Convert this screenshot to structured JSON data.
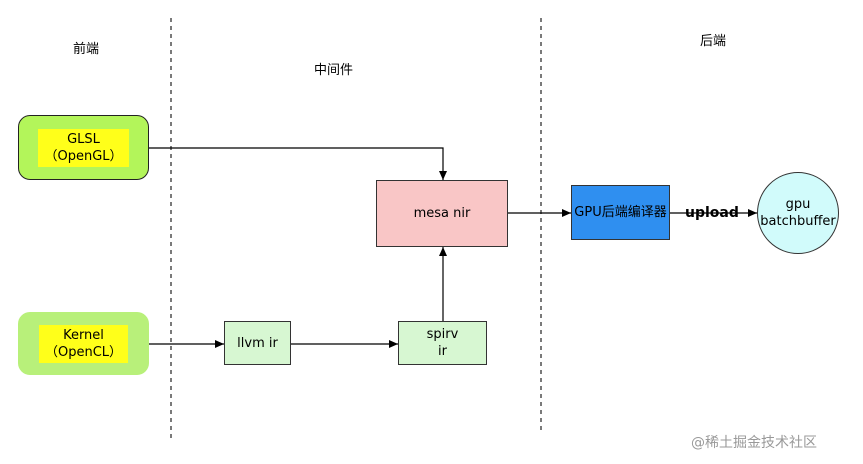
{
  "lanes": {
    "frontend": "前端",
    "middleware": "中间件",
    "backend": "后端"
  },
  "nodes": {
    "glsl": {
      "line1": "GLSL",
      "line2": "（OpenGL）"
    },
    "kernel": {
      "line1": "Kernel",
      "line2": "（OpenCL）"
    },
    "llvm_ir": "llvm ir",
    "spirv": {
      "line1": "spirv",
      "line2": "ir"
    },
    "mesa_nir": "mesa nir",
    "gpu_compiler": "GPU后端编译器",
    "gpu_batchbuffer": {
      "line1": "gpu",
      "line2": "batchbuffer"
    }
  },
  "edges": {
    "upload_label": "upload"
  },
  "watermark": "@稀土掘金技术社区",
  "colors": {
    "source_fill": "#b3f55a",
    "source_fill_kernel": "#b8f07a",
    "highlight": "#ffff1a",
    "ir_fill": "#d7f7d2",
    "nir_fill": "#f9c6c6",
    "compiler_fill": "#2f8ff0",
    "batchbuffer_fill": "#d1fbfb"
  }
}
